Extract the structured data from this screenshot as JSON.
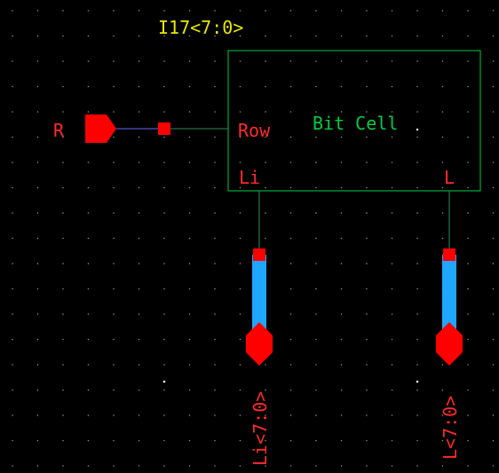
{
  "instance": {
    "name": "I17<7:0>",
    "cell_label": "Bit Cell"
  },
  "pins": {
    "left_input": "R",
    "row": "Row",
    "li": "Li",
    "l": "L"
  },
  "bus_labels": {
    "li_bus": "Li<7:0>",
    "l_bus": "L<7:0>"
  },
  "colors": {
    "background": "#000000",
    "grid_dot": "#8a8a8a",
    "instance_box": "#00cc44",
    "wire": "#2e8b57",
    "net_line": "#6a6aff",
    "pin_text": "#ff2a2a",
    "pin_fill": "#ff0000",
    "instance_text": "#e6e600",
    "cell_text": "#00cc44",
    "bus_fill": "#1ea7ff"
  }
}
